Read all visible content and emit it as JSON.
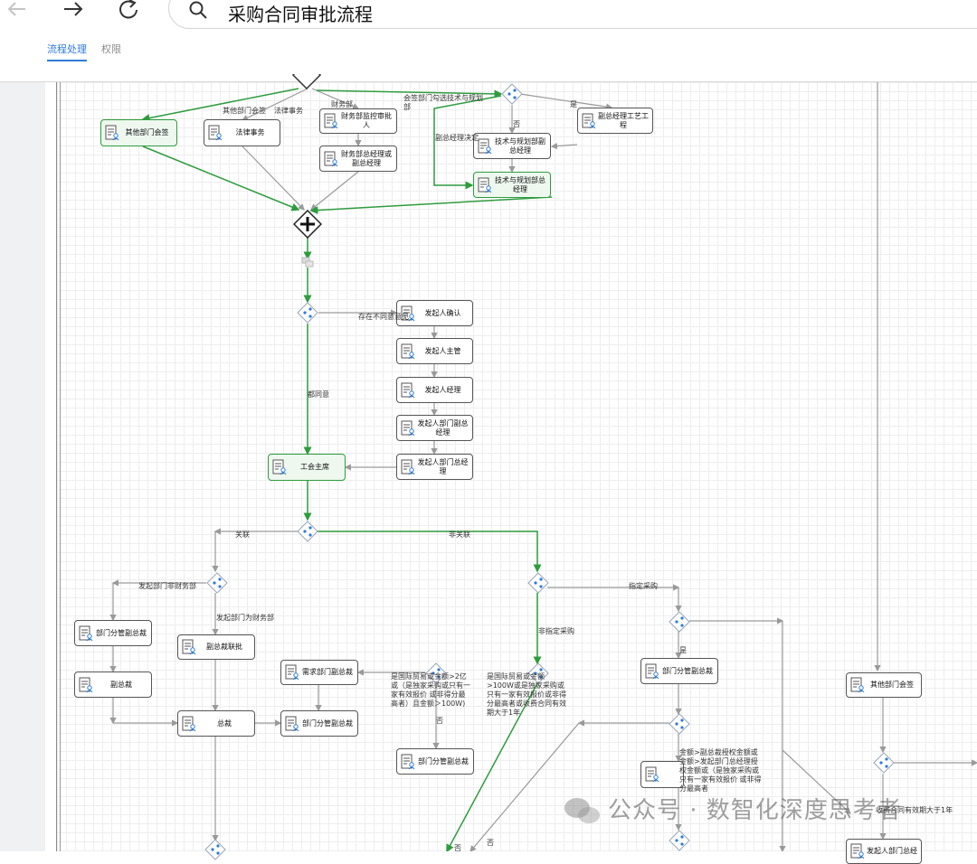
{
  "browser": {
    "address": "采购合同审批流程"
  },
  "tabs": [
    {
      "label": "流程处理",
      "active": true
    },
    {
      "label": "权限",
      "active": false
    }
  ],
  "colors": {
    "accent": "#2f7bd6",
    "flow_green": "#2e9c3e",
    "line_gray": "#9a9a9a"
  },
  "nodes": {
    "n_other_dept": "其他部门会签",
    "n_legal": "法律事务",
    "n_fin_monitor": "财务部监控审批人",
    "n_fin_mgr": "财务部总经理或副总经理",
    "n_vp_process": "副总经理工艺工程",
    "n_tech_vp": "技术与规划部副总经理",
    "n_tech_gm": "技术与规划部总经理",
    "n_init_confirm": "发起人确认",
    "n_init_super": "发起人主管",
    "n_init_mgr": "发起人经理",
    "n_init_dept_vp": "发起人部门副总经理",
    "n_init_dept_gm": "发起人部门总经理",
    "n_union": "工会主席",
    "n_dept_vp_a": "部门分管副总裁",
    "n_vp_a": "副总裁",
    "n_vp_joint": "副总裁联批",
    "n_ceo": "总裁",
    "n_req_dept_vp": "需求部门副总裁",
    "n_dept_vp_b": "部门分管副总裁",
    "n_dept_vp_c": "部门分管副总裁",
    "n_dept_vp_d": "部门分管副总裁",
    "n_other_dept_2": "其他部门会签",
    "n_init_dept_gm_2": "发起人部门总经"
  },
  "labels": {
    "l_other_sign": "其他部门会签",
    "l_legal": "法律事务",
    "l_finance": "财务部",
    "l_sign_tech": "会签部门勾选技术与规划部",
    "l_vp_yes": "是",
    "l_no1": "否",
    "l_vp_tech": "副总经理决定",
    "l_disagree": "存在不同意意见",
    "l_agree": "都同意",
    "l_related": "关联",
    "l_unrelated": "非关联",
    "l_non_fin": "发起部门非财务部",
    "l_is_fin": "发起部门为财务部",
    "l_designated": "指定采购",
    "l_non_designated": "非指定采购",
    "l_yes2": "是",
    "l_cond_intl_1": "是国际贸易或金额>2亿或（是独家采购或只有一家有效报价 或非得分最高者）且金额＞100W)",
    "l_cond_intl_2": "是国际贸易或金额>100W或是独家采购或只有一家有效报价或非得分最高者或收费合同有效期大于1年",
    "l_no2": "否",
    "l_amount_cond": "金额>副总裁授权金额或金额>发起部门总经理授权金额或（是独家采购或只有一家有效报价 或非得分最高者",
    "l_no3": "否",
    "l_no4": "否",
    "l_right_cond": "收费合同有效期大于1年"
  },
  "watermark": "公众号 · 数智化深度思考者"
}
